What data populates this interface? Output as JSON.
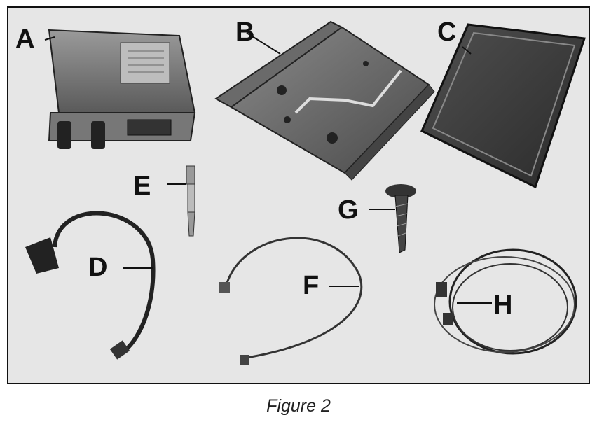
{
  "figure": {
    "caption": "Figure 2",
    "callouts": {
      "a": "A",
      "b": "B",
      "c": "C",
      "d": "D",
      "e": "E",
      "f": "F",
      "g": "G",
      "h": "H"
    }
  }
}
